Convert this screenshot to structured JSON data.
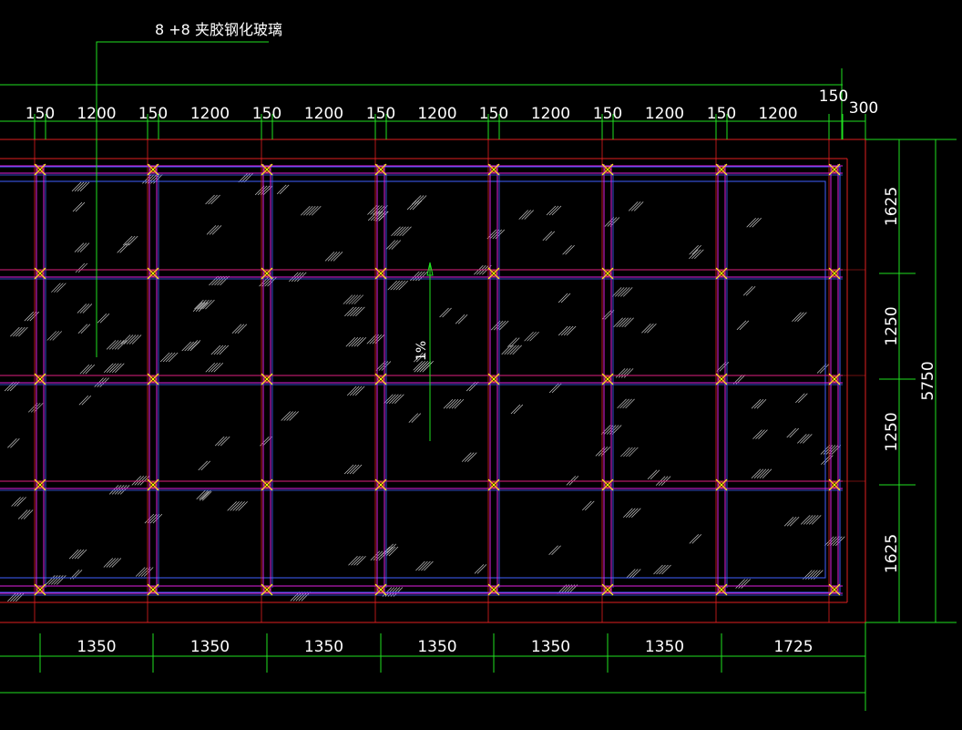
{
  "annotation": {
    "label": "8 +8 夹胶钢化玻璃"
  },
  "slope": {
    "label": "1%"
  },
  "top_dimensions": {
    "spans": [
      "150",
      "1200",
      "150",
      "1200",
      "150",
      "1200",
      "150",
      "1200",
      "150",
      "1200",
      "150",
      "1200",
      "150",
      "1200"
    ],
    "right_offset": "150",
    "right_edge": "300"
  },
  "bottom_dimensions": [
    "1350",
    "1350",
    "1350",
    "1350",
    "1350",
    "1350",
    "1725"
  ],
  "right_dimensions": {
    "spans": [
      "1625",
      "1250",
      "1250",
      "1625"
    ],
    "total": "5750"
  },
  "colors": {
    "background": "#000000",
    "frame": "#e02020",
    "mullion": "#e020e0",
    "glass_edge": "#4060ff",
    "node": "#ffff00",
    "dimension": "#20e020",
    "hatch": "#c8c8c8",
    "text": "#ffffff"
  }
}
